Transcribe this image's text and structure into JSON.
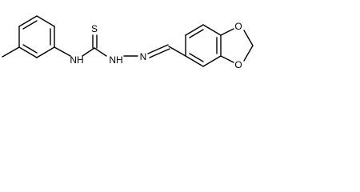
{
  "molecule": {
    "atoms": {
      "S": "S",
      "NH_left": "NH",
      "NH_right": "NH",
      "N_imine": "N",
      "O_top": "O",
      "O_bottom": "O"
    },
    "colors": {
      "bond": "#000000",
      "label": "#000000",
      "background": "#ffffff"
    }
  }
}
